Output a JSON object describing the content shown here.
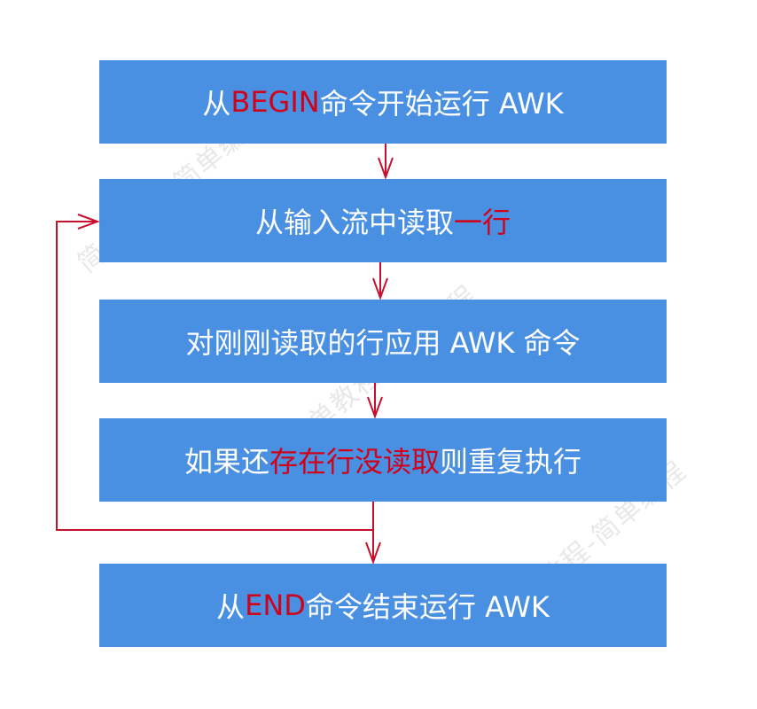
{
  "steps": [
    {
      "parts": [
        {
          "text": "从 "
        },
        {
          "text": "BEGIN",
          "hl": true
        },
        {
          "text": " 命令开始运行 AWK"
        }
      ]
    },
    {
      "parts": [
        {
          "text": "从输入流中读取"
        },
        {
          "text": "一行",
          "hl": true
        }
      ]
    },
    {
      "parts": [
        {
          "text": "对刚刚读取的行应用 AWK 命令"
        }
      ]
    },
    {
      "parts": [
        {
          "text": "如果还"
        },
        {
          "text": "存在行没读取",
          "hl": true
        },
        {
          "text": "则重复执行"
        }
      ]
    },
    {
      "parts": [
        {
          "text": "从 "
        },
        {
          "text": "END",
          "hl": true
        },
        {
          "text": " 命令结束运行 AWK"
        }
      ]
    }
  ],
  "watermark": "简单教程-简单编程",
  "colors": {
    "box": "#4a90e2",
    "box_text": "#ffffff",
    "highlight": "#d0021b",
    "connector": "#c8102e"
  }
}
